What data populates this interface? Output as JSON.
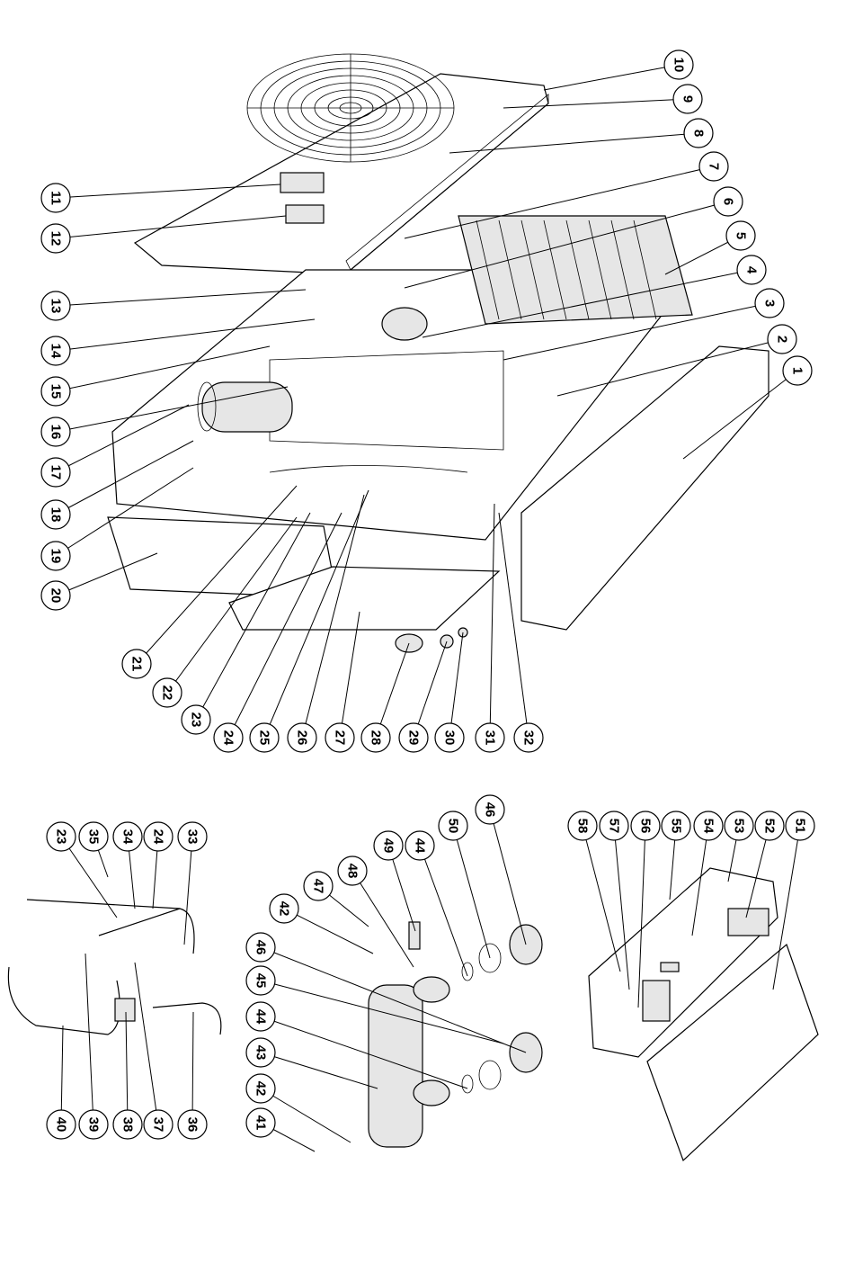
{
  "diagram": {
    "callouts_main": [
      "1",
      "2",
      "3",
      "4",
      "5",
      "6",
      "7",
      "8",
      "9",
      "10",
      "11",
      "12",
      "13",
      "14",
      "15",
      "16",
      "17",
      "18",
      "19",
      "20",
      "21",
      "22",
      "23",
      "24",
      "25",
      "26",
      "27",
      "28",
      "29",
      "30",
      "31",
      "32"
    ],
    "callouts_pipe": [
      "23",
      "35",
      "34",
      "24",
      "33",
      "40",
      "39",
      "38",
      "37",
      "36"
    ],
    "callouts_exchanger": [
      "41",
      "42",
      "43",
      "44",
      "45",
      "46",
      "42",
      "47",
      "48",
      "49",
      "44",
      "50",
      "46"
    ],
    "callouts_control": [
      "58",
      "57",
      "56",
      "55",
      "54",
      "53",
      "52",
      "51"
    ]
  }
}
